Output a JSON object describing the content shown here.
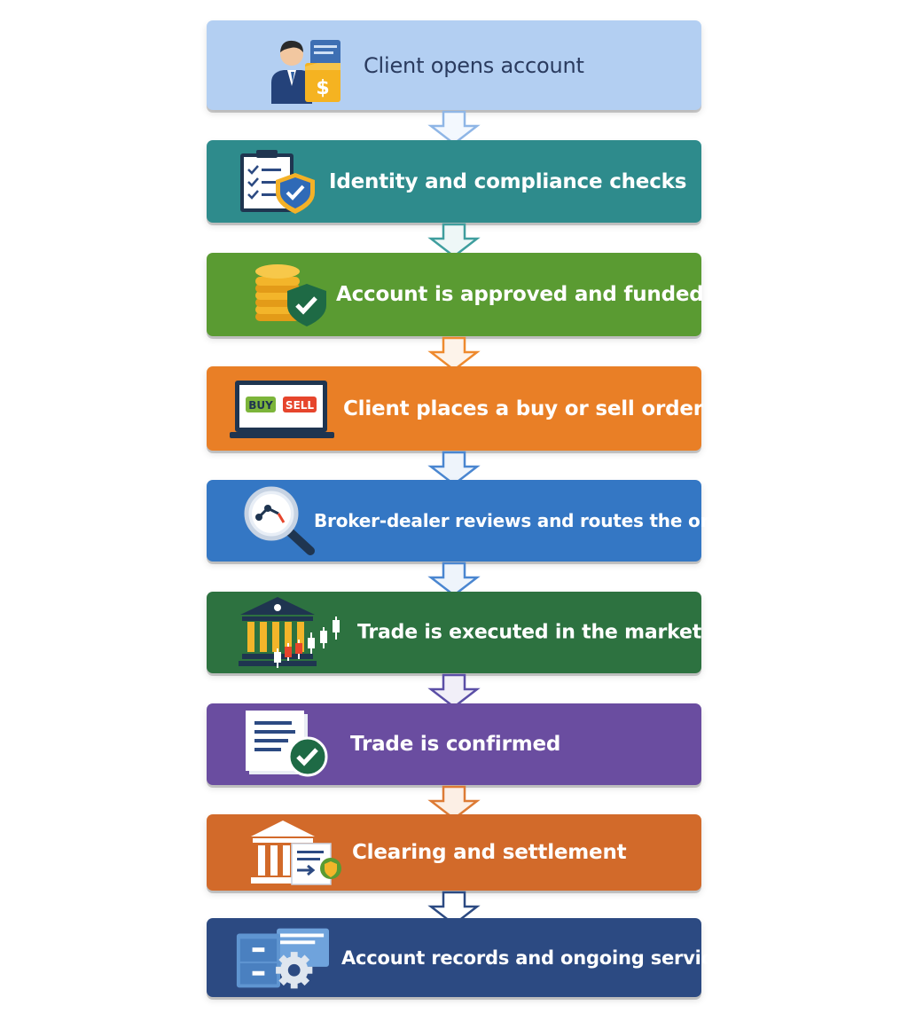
{
  "steps": [
    {
      "label": "Client opens account",
      "icon": "person-with-document-icon",
      "color": "#b3cff2",
      "text_color": "#2a3b5f"
    },
    {
      "label": "Identity and compliance checks",
      "icon": "checklist-shield-icon",
      "color": "#2e8b8c",
      "text_color": "#ffffff"
    },
    {
      "label": "Account is approved and funded",
      "icon": "coins-check-icon",
      "color": "#5a9b32",
      "text_color": "#ffffff"
    },
    {
      "label": "Client places a buy or sell order",
      "icon": "laptop-buy-sell-icon",
      "color": "#e97f26",
      "text_color": "#ffffff",
      "buy_text": "BUY",
      "sell_text": "SELL"
    },
    {
      "label": "Broker-dealer reviews and routes the order",
      "icon": "magnifier-routing-icon",
      "color": "#3477c4",
      "text_color": "#ffffff"
    },
    {
      "label": "Trade is executed in the market",
      "icon": "exchange-candlestick-icon",
      "color": "#2d7240",
      "text_color": "#ffffff"
    },
    {
      "label": "Trade is confirmed",
      "icon": "document-check-icon",
      "color": "#6a4da0",
      "text_color": "#ffffff"
    },
    {
      "label": "Clearing and settlement",
      "icon": "bank-document-icon",
      "color": "#d26a2a",
      "text_color": "#ffffff"
    },
    {
      "label": "Account records and ongoing servicing",
      "icon": "cabinet-gear-icon",
      "color": "#2c4a82",
      "text_color": "#ffffff"
    }
  ],
  "arrow_colors": [
    "#8fb6e6",
    "#3f9e9e",
    "#6fae3c",
    "#ee8a2e",
    "#4a86d0",
    "#5b4fa6",
    "#7a5aa8",
    "#dd7b35",
    "#2c4a82"
  ]
}
